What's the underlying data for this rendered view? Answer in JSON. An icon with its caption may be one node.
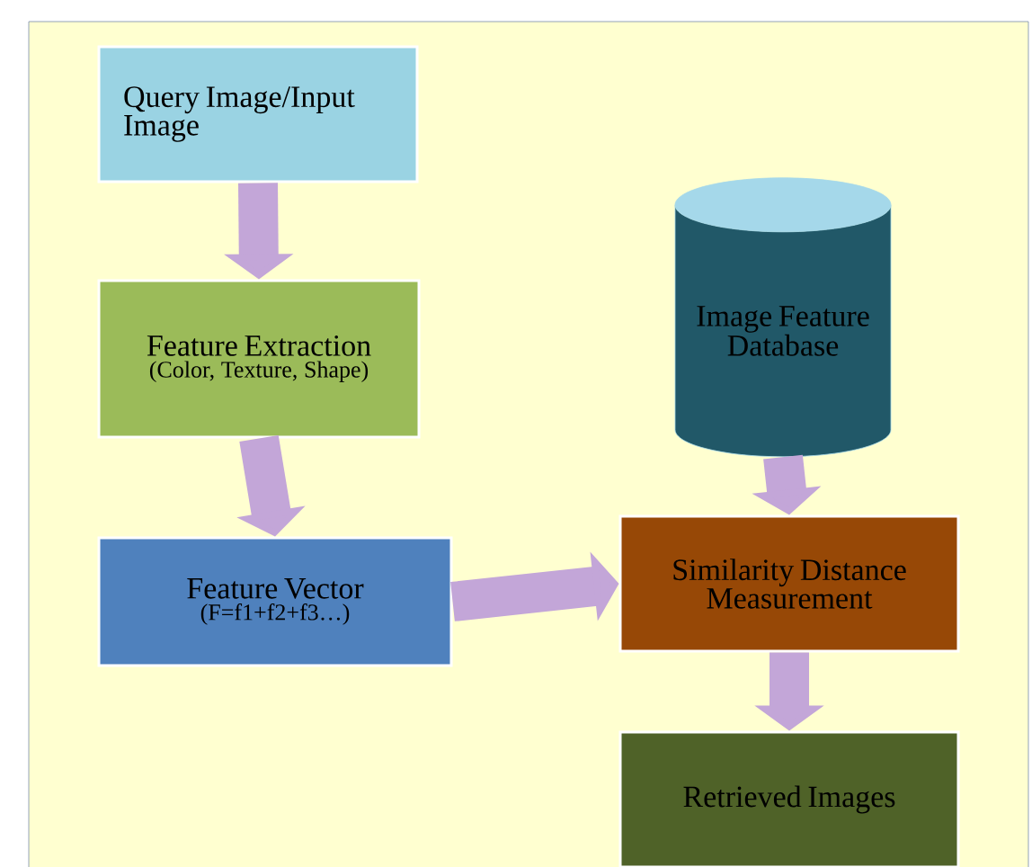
{
  "diagram": {
    "nodes": [
      {
        "text": [
          "Query Image/Input Image"
        ]
      },
      {
        "text": [
          "Feature Extraction",
          "(Color, Texture, Shape)"
        ]
      },
      {
        "text": [
          "Feature Vector",
          "(F=f1+f2+f3…)"
        ]
      },
      {
        "text": [
          "Image Feature Database"
        ]
      },
      {
        "text": [
          "Similarity Distance Measurement"
        ]
      },
      {
        "text": [
          "Retrieved Images"
        ]
      }
    ],
    "edges": [
      {
        "from": 0,
        "to": 1,
        "arrow": "to"
      },
      {
        "from": 1,
        "to": 2,
        "arrow": "to"
      },
      {
        "from": 2,
        "to": 4,
        "arrow": "to"
      },
      {
        "from": 3,
        "to": 4,
        "arrow": "to"
      },
      {
        "from": 4,
        "to": 5,
        "arrow": "to"
      }
    ]
  }
}
